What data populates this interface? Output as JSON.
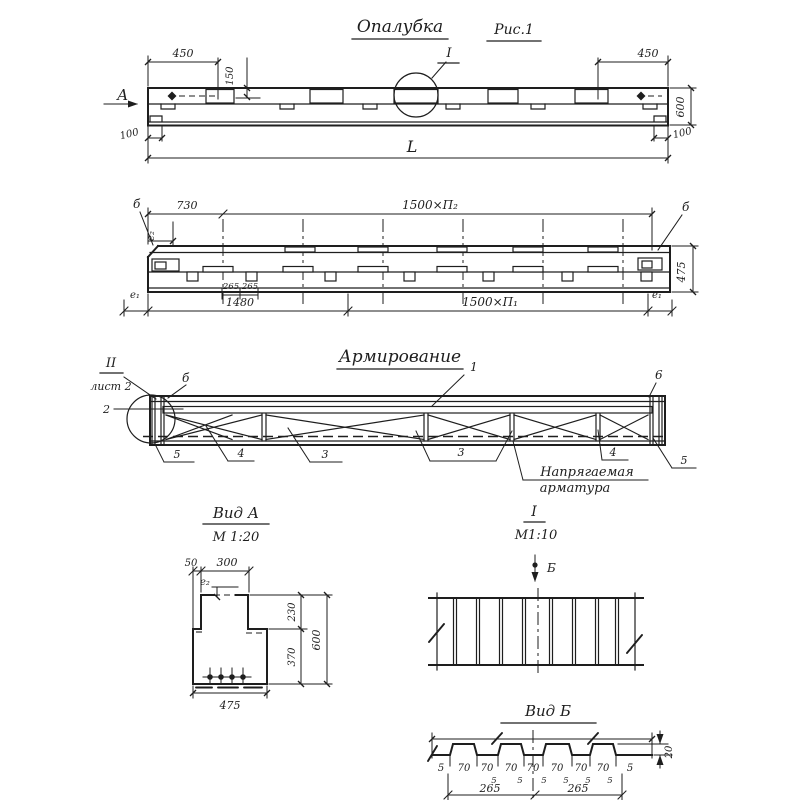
{
  "formwork": {
    "title": "Опалубка",
    "fig": "Рис.1",
    "view_label": "А",
    "detail_label": "I",
    "dim_450_left": "450",
    "dim_150": "150",
    "dim_450_right": "450",
    "dim_600": "600",
    "dim_100_left": "100",
    "dim_100_right": "100",
    "dim_length": "L"
  },
  "plan": {
    "pos_embed_left": "б",
    "pos_embed_right": "б",
    "dim_730": "730",
    "dim_run_top": "1500×П₂",
    "dim_e2": "е₂",
    "dim_e1_left": "е₁",
    "dim_265_a": "265",
    "dim_265_b": "265",
    "dim_1480": "1480",
    "dim_run_bottom": "1500×П₁",
    "dim_e1_right": "е₁",
    "dim_475": "475"
  },
  "reinforcement": {
    "title": "Армирование",
    "detail_label": "II",
    "sheet_note": "лист 2",
    "pos_1": "1",
    "pos_2": "2",
    "pos_3_left": "3",
    "pos_3_right": "3",
    "pos_4_left": "4",
    "pos_4_right": "4",
    "pos_5_left": "5",
    "pos_5_right": "5",
    "pos_6_left": "б",
    "pos_6_right": "6",
    "note_line_1": "Напрягаемая",
    "note_line_2": "арматура"
  },
  "view_a": {
    "title": "Вид А",
    "scale": "М 1:20",
    "dim_50": "50",
    "dim_300": "300",
    "dim_e2": "е₂",
    "dim_230": "230",
    "dim_370": "370",
    "dim_600": "600",
    "dim_475": "475"
  },
  "detail_i": {
    "label": "I",
    "scale": "М1:10",
    "section_label": "Б"
  },
  "view_b": {
    "title": "Вид Б",
    "dim_20": "20",
    "dim_5_left": "5",
    "dim_5_right": "5",
    "seventies": [
      "70",
      "70",
      "70",
      "70",
      "70",
      "70",
      "70"
    ],
    "small_fives": [
      "5",
      "5",
      "5",
      "5",
      "5",
      "5"
    ],
    "dim_265_a": "265",
    "dim_265_b": "265"
  }
}
